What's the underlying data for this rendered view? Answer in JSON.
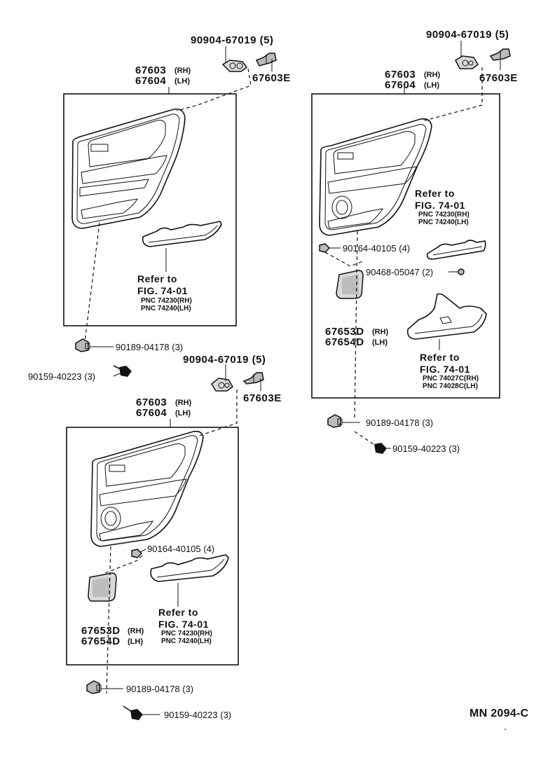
{
  "diagram": {
    "code": "MN  2094-C",
    "groups": {
      "top_left": {
        "fastener_a": "90904-67019 (5)",
        "clip_a": "67603E",
        "panel_rh": "67603",
        "panel_rh_side": "(RH)",
        "panel_lh": "67604",
        "panel_lh_side": "(LH)",
        "refer_to": "Refer to",
        "fig": "FIG. 74-01",
        "pnc_rh": "PNC 74230(RH)",
        "pnc_lh": "PNC 74240(LH)",
        "screw_a": "90189-04178 (3)",
        "screw_b": "90159-40223 (3)"
      },
      "bottom_left": {
        "fastener_a": "90904-67019 (5)",
        "clip_a": "67603E",
        "panel_rh": "67603",
        "panel_rh_side": "(RH)",
        "panel_lh": "67604",
        "panel_lh_side": "(LH)",
        "screw_c": "90164-40105 (4)",
        "cover_rh": "67653D",
        "cover_rh_side": "(RH)",
        "cover_lh": "67654D",
        "cover_lh_side": "(LH)",
        "refer_to": "Refer to",
        "fig": "FIG. 74-01",
        "pnc_rh": "PNC 74230(RH)",
        "pnc_lh": "PNC 74240(LH)",
        "screw_a": "90189-04178 (3)",
        "screw_b": "90159-40223 (3)"
      },
      "right": {
        "fastener_a": "90904-67019 (5)",
        "clip_a": "67603E",
        "panel_rh": "67603",
        "panel_rh_side": "(RH)",
        "panel_lh": "67604",
        "panel_lh_side": "(LH)",
        "refer_to_1": "Refer to",
        "fig_1": "FIG. 74-01",
        "pnc_rh_1": "PNC 74230(RH)",
        "pnc_lh_1": "PNC 74240(LH)",
        "screw_c": "90164-40105 (4)",
        "nut": "90468-05047 (2)",
        "cover_rh": "67653D",
        "cover_rh_side": "(RH)",
        "cover_lh": "67654D",
        "cover_lh_side": "(LH)",
        "refer_to_2": "Refer to",
        "fig_2": "FIG. 74-01",
        "pnc_rh_2": "PNC 74027C(RH)",
        "pnc_lh_2": "PNC 74028C(LH)",
        "screw_a": "90189-04178 (3)",
        "screw_b": "90159-40223 (3)"
      }
    }
  }
}
